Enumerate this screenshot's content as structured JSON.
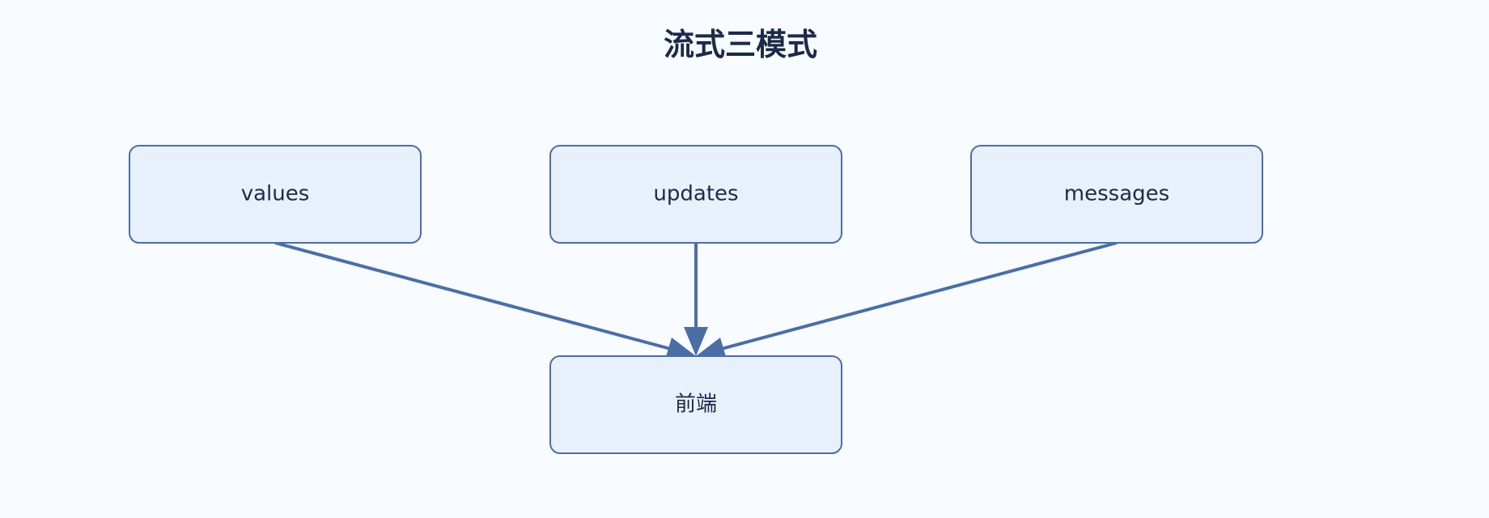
{
  "title": "流式三模式",
  "nodes": [
    {
      "id": "values",
      "label": "values"
    },
    {
      "id": "updates",
      "label": "updates"
    },
    {
      "id": "messages",
      "label": "messages"
    },
    {
      "id": "frontend",
      "label": "前端"
    }
  ],
  "edges": [
    {
      "from": "values",
      "to": "frontend"
    },
    {
      "from": "updates",
      "to": "frontend"
    },
    {
      "from": "messages",
      "to": "frontend"
    }
  ],
  "colors": {
    "background": "#f8fbff",
    "node_fill": "#e8f0fc",
    "node_stroke": "#4a6fa5",
    "edge": "#4a6fa5",
    "text": "#1b2a47"
  }
}
